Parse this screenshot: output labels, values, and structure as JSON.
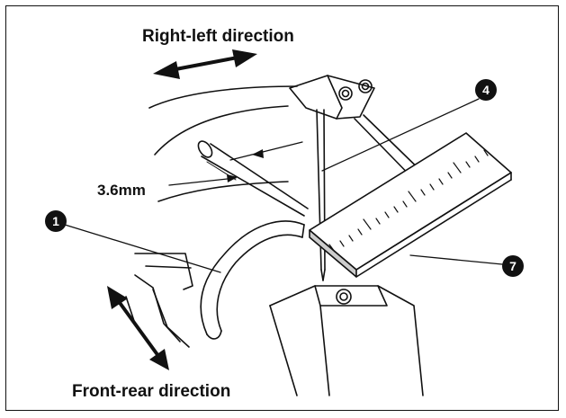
{
  "labels": {
    "right_left": "Right-left direction",
    "front_rear": "Front-rear direction",
    "dimension": "3.6mm"
  },
  "callouts": {
    "c1": "1",
    "c4": "4",
    "c7": "7"
  },
  "colors": {
    "ink": "#111111",
    "ruler_shade": "#cccccc",
    "background": "#ffffff"
  }
}
